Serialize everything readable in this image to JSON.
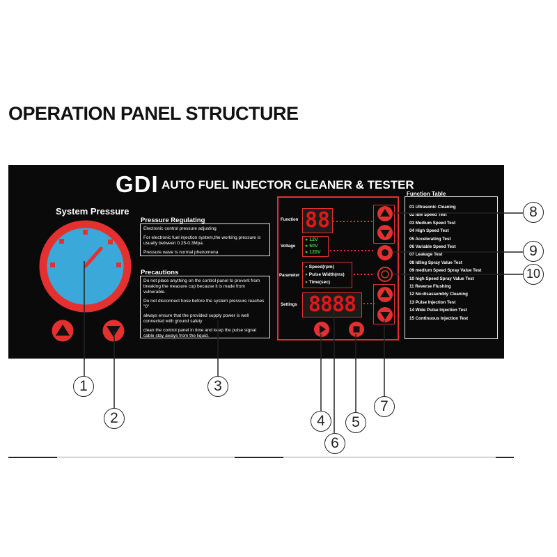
{
  "heading": "OPERATION PANEL STRUCTURE",
  "panel_title": {
    "brand": "GDI",
    "rest": "AUTO FUEL INJECTOR CLEANER &  TESTER"
  },
  "system_pressure": "System Pressure",
  "pressure_regulating": {
    "title": "Pressure Regulating",
    "lines": [
      "Electronic control pressure adjusting",
      "For electronic fuel injection system,the working pressure is usually between 0.25-0.3Mpa.",
      "Pressure wave is normal phenomena"
    ]
  },
  "precautions": {
    "title": "Precautions",
    "lines": [
      "Do not place anything on the control panel to prevent from breaking the measure cup because it is made from vulnerable.",
      "Do not disconnect hose before the system pressure reaches \"0\"",
      "always ensure that the provided supply power is well connected with ground safety",
      "clean the control panel in time and keep the pulse signal cable stay aways from the liquid."
    ]
  },
  "controls": {
    "function_label": "Function",
    "function_display": "88",
    "voltage_label": "Voltage",
    "voltages": [
      "12V",
      "60V",
      "120V"
    ],
    "parameter_label": "Parameter",
    "parameters": [
      "Speed(rpm)",
      "Pulse Width(ms)",
      "Time(sec)"
    ],
    "settings_label": "Settings",
    "settings_display": "8888"
  },
  "function_table": {
    "title": "Function Table",
    "items": [
      "01 Ultrasonic Cleaning",
      "02 Idle Speed Test",
      "03 Medium Speed Test",
      "04 High Speed Test",
      "05 Accelerating Test",
      "06 Variable Speed Test",
      "07 Leakage Test",
      "08 Idling Spray Value Test",
      "09 medium Speed Spray Value Test",
      "10 high Speed Spray Value Test",
      "11 Reverse Flushing",
      "12 No-disassembly Cleaning",
      "13 Pulse Injection Test",
      "14 Wide Pulse Injection Test",
      "15 Continuous Injection Test"
    ]
  },
  "callouts": [
    "1",
    "2",
    "3",
    "4",
    "5",
    "6",
    "7",
    "8",
    "9",
    "10"
  ],
  "colors": {
    "panel": "#0a0a0a",
    "red": "#e53030",
    "gauge_face": "#3aa8d8",
    "led_green": "#3cc23c"
  }
}
